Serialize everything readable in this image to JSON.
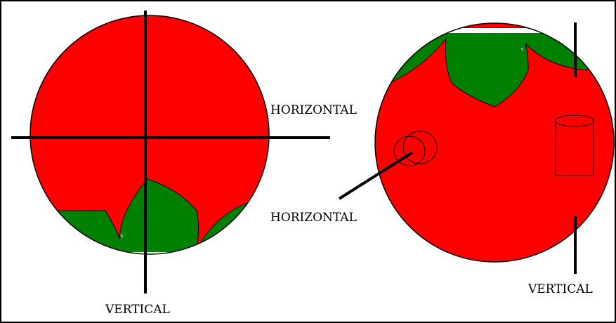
{
  "labels": {
    "left_horizontal": "HORIZONTAL",
    "left_vertical": "VERTICAL",
    "right_horizontal": "HORIZONTAL",
    "right_vertical": "VERTICAL"
  },
  "colors": {
    "fruit_red": "#ff0000",
    "leaf_green": "#008000",
    "line_black": "#000000",
    "border": "#000000",
    "background": "#ffffff"
  }
}
